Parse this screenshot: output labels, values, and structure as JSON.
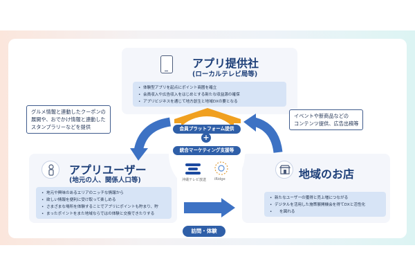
{
  "top": {
    "title": "アプリ提供社",
    "subtitle": "(ローカルテレビ局等)",
    "bullets": [
      "体験型アプリを起点にポイント商圏を確立",
      "会員収入や広告収入をはじめとする新たな収益源の確保",
      "アプリビジネスを通じて地方創生と地域DXの要となる"
    ]
  },
  "left": {
    "title": "アプリユーザー",
    "subtitle": "(地元の人、関係人口等)",
    "bullets": [
      "地元や興味のあるエリアのニッチな情報から",
      "欲しい情報を便利に受け取って楽しめる",
      "さまざまな場所を体験することでアプリにポイントも貯まり、貯",
      "まったポイントをまた地域ならではの体験と交換できたりする"
    ]
  },
  "right": {
    "title": "地域のお店",
    "bullets": [
      "新たなユーザーの獲得と売上増につながる",
      "デジタルを活用した施策展開機会を得てDXと活性化",
      "を図れる"
    ]
  },
  "callout_left": {
    "lines": [
      "グルメ情報と連動したクーポンの",
      "展開や、おでかけ情報と連動した",
      "スタンプラリーなどを提供"
    ]
  },
  "callout_right": {
    "lines": [
      "イベントや新商品などの",
      "コンテンツ提供、広告出稿等"
    ]
  },
  "center": {
    "pill_top": "会員プラットフォーム提供",
    "plus": "+",
    "pill_bottom": "統合マーケティング支援等",
    "logo_left": "沖縄テレビ放送",
    "logo_right": "iRidge"
  },
  "flow_label": "訪問・体験",
  "colors": {
    "navy": "#1c3e78",
    "accent_blue": "#2f5fa8",
    "arrow_blue": "#3d72c4",
    "orange": "#f0a020"
  },
  "icons": [
    "smartphone-icon",
    "person-icon",
    "shop-icon",
    "plus-icon",
    "okinawa-tv-logo",
    "iridge-logo"
  ]
}
